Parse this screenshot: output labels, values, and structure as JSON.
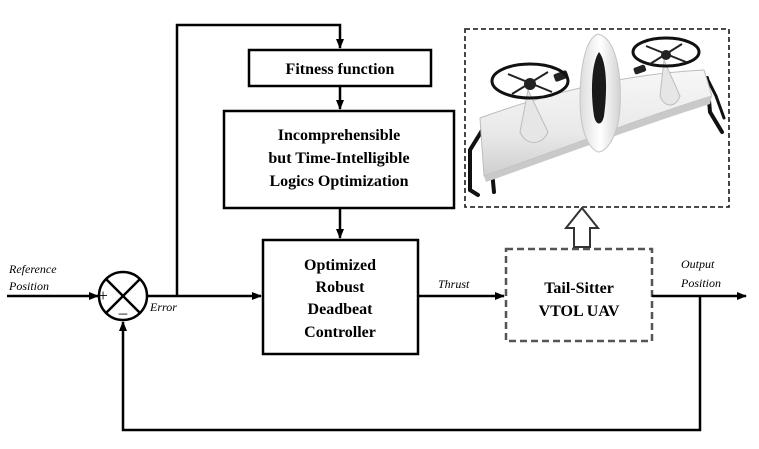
{
  "diagram": {
    "fitness_box": {
      "lines": [
        "Fitness function"
      ]
    },
    "optimization_box": {
      "lines": [
        "Incomprehensible",
        "but Time-Intelligible",
        "Logics Optimization"
      ]
    },
    "controller_box": {
      "lines": [
        "Optimized",
        "Robust",
        "Deadbeat",
        "Controller"
      ]
    },
    "plant_box": {
      "lines": [
        "Tail-Sitter",
        "VTOL UAV"
      ]
    },
    "labels": {
      "reference": [
        "Reference",
        "Position"
      ],
      "error": "Error",
      "thrust": "Thrust",
      "output": [
        "Output",
        "Position"
      ],
      "plus": "+",
      "minus": "–"
    },
    "uav_picture": {
      "icon": "tail-sitter-vtol-uav-image"
    }
  }
}
